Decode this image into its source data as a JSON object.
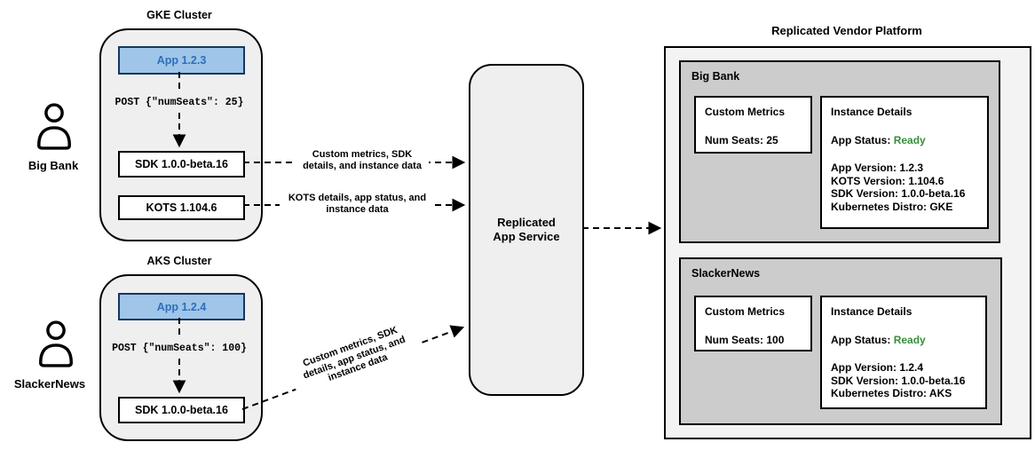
{
  "colors": {
    "app_box_fill": "#9fc5e8",
    "app_box_border": "#17375e",
    "app_box_text": "#2e6fba",
    "status_ready_green": "#388e3c",
    "customer_panel_gray": "#cccccc",
    "cluster_fill_gray": "#efefef",
    "platform_fill_gray": "#f3f3f3"
  },
  "clusters": {
    "gke": {
      "title": "GKE Cluster",
      "actor": "Big Bank",
      "app": "App 1.2.3",
      "post": "POST {\"numSeats\": 25}",
      "sdk": "SDK 1.0.0-beta.16",
      "kots": "KOTS 1.104.6"
    },
    "aks": {
      "title": "AKS Cluster",
      "actor": "SlackerNews",
      "app": "App 1.2.4",
      "post": "POST {\"numSeats\": 100}",
      "sdk": "SDK 1.0.0-beta.16"
    }
  },
  "service": {
    "line1": "Replicated",
    "line2": "App Service"
  },
  "arrows": {
    "gke_sdk_label": "Custom metrics, SDK details, and instance data",
    "gke_kots_label": "KOTS details, app status, and instance data",
    "aks_sdk_label": "Custom metrics, SDK details, app status, and instance data"
  },
  "platform": {
    "title": "Replicated Vendor Platform",
    "customers": [
      {
        "name": "Big Bank",
        "metrics_title": "Custom Metrics",
        "metrics_value": "Num Seats: 25",
        "details_title": "Instance Details",
        "status_label": "App Status:",
        "status_value": "Ready",
        "lines": [
          "App Version: 1.2.3",
          "KOTS Version: 1.104.6",
          "SDK Version: 1.0.0-beta.16",
          "Kubernetes Distro: GKE"
        ]
      },
      {
        "name": "SlackerNews",
        "metrics_title": "Custom Metrics",
        "metrics_value": "Num Seats: 100",
        "details_title": "Instance Details",
        "status_label": "App Status:",
        "status_value": "Ready",
        "lines": [
          "App Version: 1.2.4",
          "SDK Version: 1.0.0-beta.16",
          "Kubernetes Distro: AKS"
        ]
      }
    ]
  }
}
